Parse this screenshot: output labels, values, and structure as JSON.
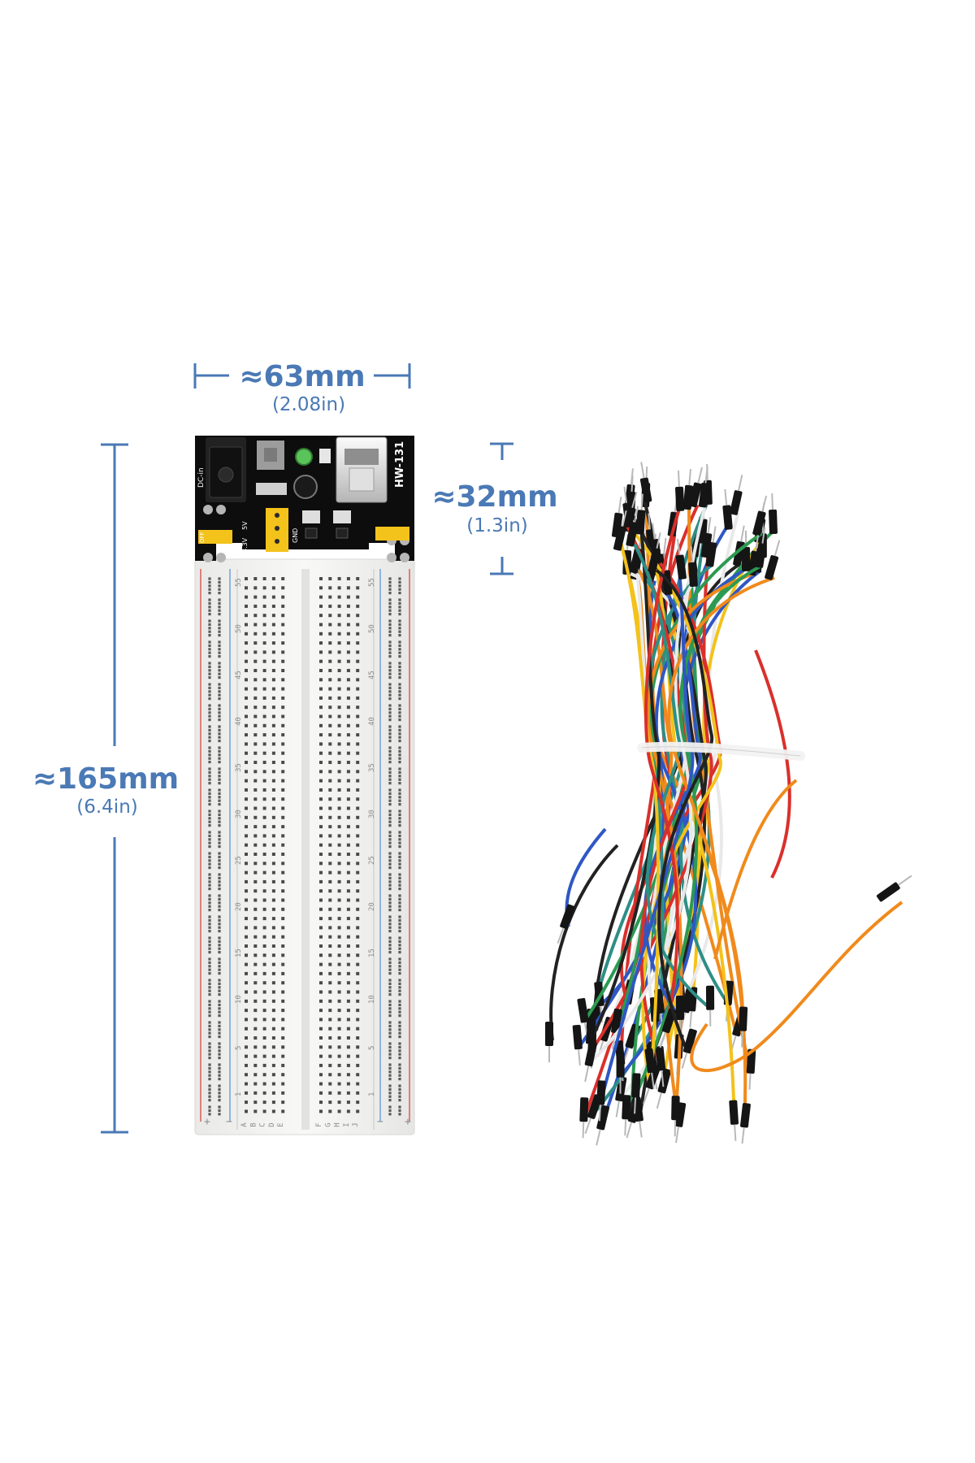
{
  "dimensions": {
    "width": {
      "main": "≈63mm",
      "sub": "(2.08in)"
    },
    "height": {
      "main": "≈165mm",
      "sub": "(6.4in)"
    },
    "module": {
      "main": "≈32mm",
      "sub": "(1.3in)"
    }
  },
  "power_module": {
    "model": "HW-131",
    "labels": {
      "dc_in": "DC-in",
      "v5": "5V",
      "v33": "3.3V",
      "gnd": "GND",
      "off": "OFF"
    }
  },
  "breadboard": {
    "row_letters_left": [
      "A",
      "B",
      "C",
      "D",
      "E"
    ],
    "row_letters_right": [
      "F",
      "G",
      "H",
      "I",
      "J"
    ],
    "column_numbers": [
      "55",
      "50",
      "45",
      "40",
      "35",
      "30",
      "25",
      "20",
      "15",
      "10",
      "5",
      "1"
    ],
    "rail_plus": "+",
    "rail_minus": "−"
  },
  "colors": {
    "dimension": "#4a79b5",
    "pcb": "#0d0d0d",
    "jumper_cap": "#f3c21b",
    "breadboard": "#f4f4f2",
    "rail_red": "#e07e7e",
    "rail_blue": "#8fb3de",
    "wire_colors": [
      "#2d8f86",
      "#f3c21b",
      "#f08a1c",
      "#2f57c4",
      "#d9302b",
      "#222222",
      "#2c9a52",
      "#ffffff"
    ]
  },
  "icons": [
    "usb-port-icon",
    "dc-jack-icon",
    "power-switch-icon",
    "led-icon",
    "cable-tie-icon"
  ]
}
